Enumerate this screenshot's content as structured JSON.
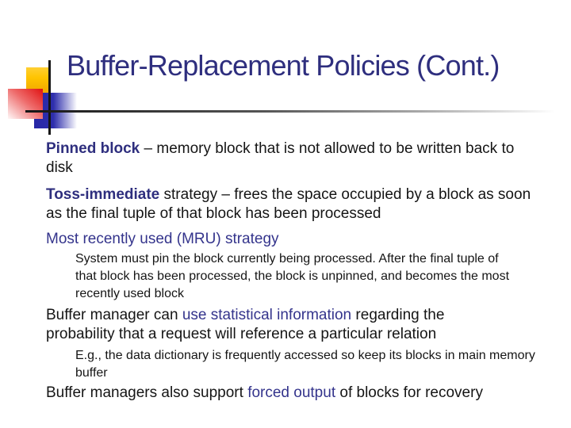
{
  "slide": {
    "title": "Buffer-Replacement Policies (Cont.)",
    "colors": {
      "title_navy": "#2E2E7E",
      "term_navy": "#2E2E7E",
      "inline_navy": "#34348C",
      "body_black": "#151515",
      "bullet_level1_blue": "#3333B3",
      "bullet_level2_red": "#CC1111",
      "accent_yellow": "#FFC400",
      "accent_red": "#E01212",
      "accent_blue": "#2727A6"
    },
    "bullets": [
      {
        "level": 1,
        "segments": [
          {
            "style": "term",
            "text": "Pinned block"
          },
          {
            "style": "plain",
            "text": " – memory block that is not allowed to be written back to disk"
          }
        ]
      },
      {
        "level": 1,
        "segments": [
          {
            "style": "term",
            "text": "Toss-immediate"
          },
          {
            "style": "plain",
            "text": " strategy – frees the space occupied by a block as soon as the final tuple of that block has been processed"
          }
        ]
      },
      {
        "level": 1,
        "segments": [
          {
            "style": "navy",
            "text": "Most recently used (MRU) strategy"
          }
        ]
      },
      {
        "level": 2,
        "segments": [
          {
            "style": "plain",
            "text": "System must pin the block currently being processed.  After the final tuple of that block has been processed, the block is unpinned, and becomes the most recently used block"
          }
        ]
      },
      {
        "level": 1,
        "segments": [
          {
            "style": "plain",
            "text": "Buffer manager can "
          },
          {
            "style": "navy",
            "text": "use statistical information"
          },
          {
            "style": "plain",
            "text": " regarding the probability that a request will reference a particular relation"
          }
        ]
      },
      {
        "level": 2,
        "segments": [
          {
            "style": "plain",
            "text": "E.g., the data dictionary is frequently accessed so keep its blocks in main memory buffer"
          }
        ]
      },
      {
        "level": 1,
        "segments": [
          {
            "style": "plain",
            "text": "Buffer managers also support "
          },
          {
            "style": "navy",
            "text": "forced output"
          },
          {
            "style": "plain",
            "text": " of blocks for recovery"
          }
        ]
      }
    ]
  }
}
